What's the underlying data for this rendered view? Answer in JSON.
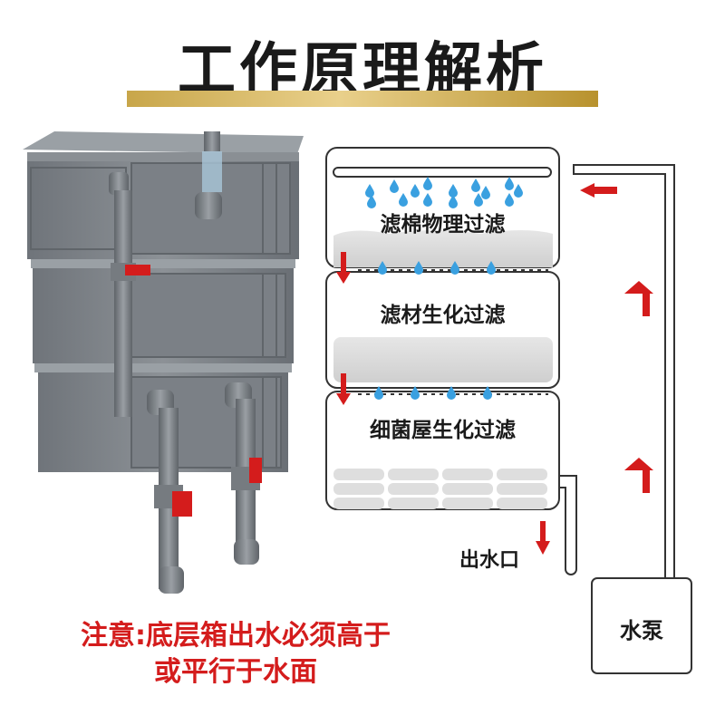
{
  "title": "工作原理解析",
  "colors": {
    "accent_gold": "#c8a64a",
    "arrow_red": "#d41c1c",
    "water_blue": "#3aa0e0",
    "box_gray": "#7d8288"
  },
  "stages": [
    {
      "label": "滤棉物理过滤"
    },
    {
      "label": "滤材生化过滤"
    },
    {
      "label": "细菌屋生化过滤"
    }
  ],
  "outlet_label": "出水口",
  "pump_label": "水泵",
  "note": {
    "line1": "注意:底层箱出水必须高于",
    "line2": "或平行于水面"
  }
}
